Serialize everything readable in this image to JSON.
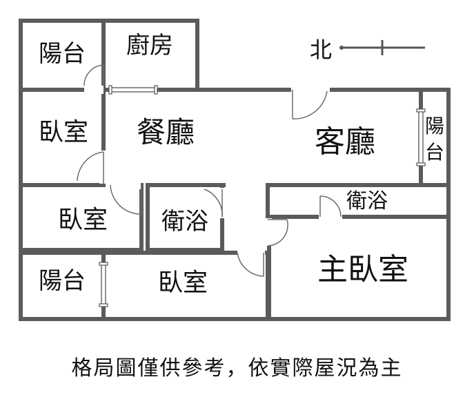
{
  "rooms": {
    "balcony_nw": "陽台",
    "kitchen": "廚房",
    "bedroom_1": "臥室",
    "dining": "餐廳",
    "living": "客廳",
    "balcony_e_1": "陽",
    "balcony_e_2": "台",
    "bedroom_2": "臥室",
    "bath_1": "衛浴",
    "bath_2": "衛浴",
    "master_bedroom": "主臥室",
    "balcony_sw": "陽台",
    "bedroom_3": "臥室"
  },
  "compass": {
    "label": "北"
  },
  "note": "格局圖僅供參考，依實際屋況為主"
}
